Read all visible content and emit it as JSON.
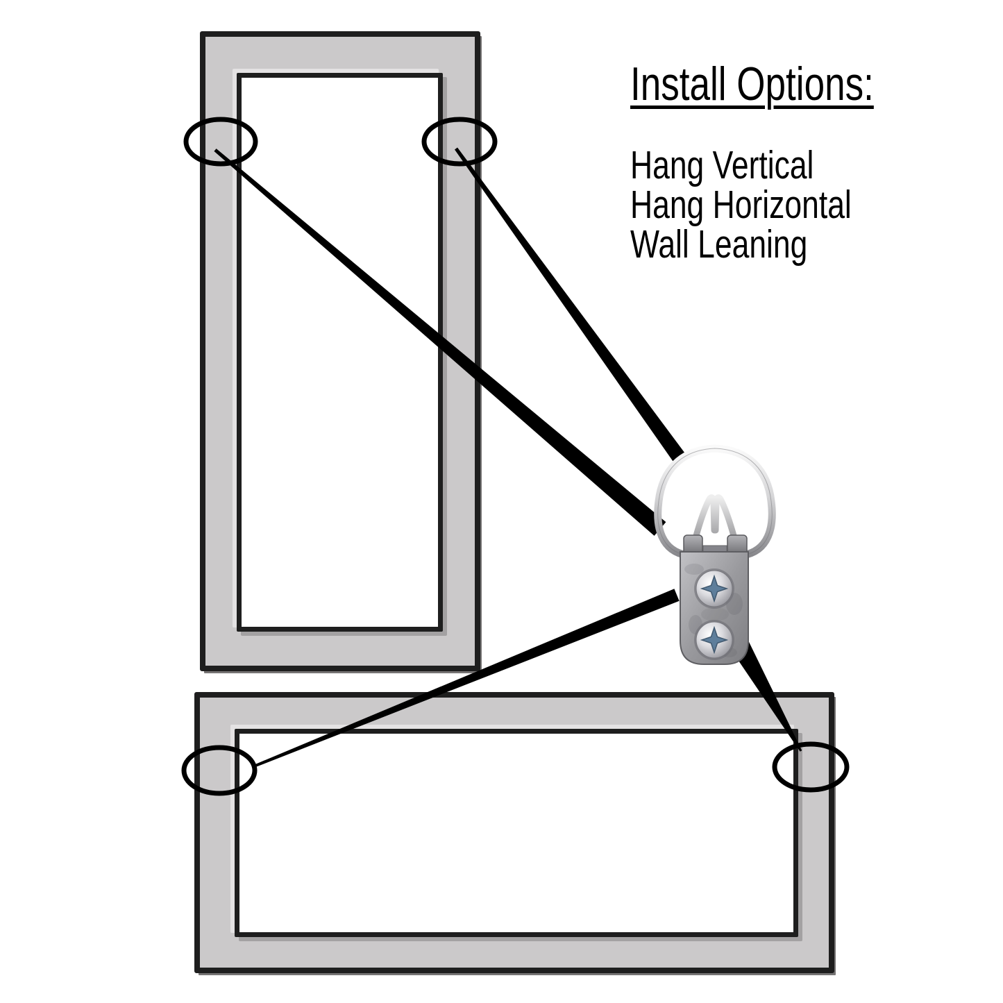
{
  "heading": {
    "title": "Install Options:"
  },
  "options": {
    "items": [
      {
        "label": "Hang Vertical"
      },
      {
        "label": "Hang Horizontal"
      },
      {
        "label": "Wall Leaning"
      }
    ]
  },
  "diagram": {
    "frames": [
      {
        "name": "vertical-frame",
        "orientation": "portrait"
      },
      {
        "name": "horizontal-frame",
        "orientation": "landscape"
      }
    ],
    "hang_point_markers": 4,
    "leader_lines": 4,
    "hardware": {
      "name": "d-ring-picture-hanger",
      "screws": 2
    }
  },
  "colors": {
    "frame-gray": "#cbc9ca",
    "frame-outline": "#1e1e1e",
    "annotation-black": "#000000",
    "bevel-light": "#e4e2e3",
    "bevel-shadow": "#a3a1a2",
    "drop-shadow": "#767474",
    "text-black": "#000000",
    "page-bg": "#ffffff"
  }
}
